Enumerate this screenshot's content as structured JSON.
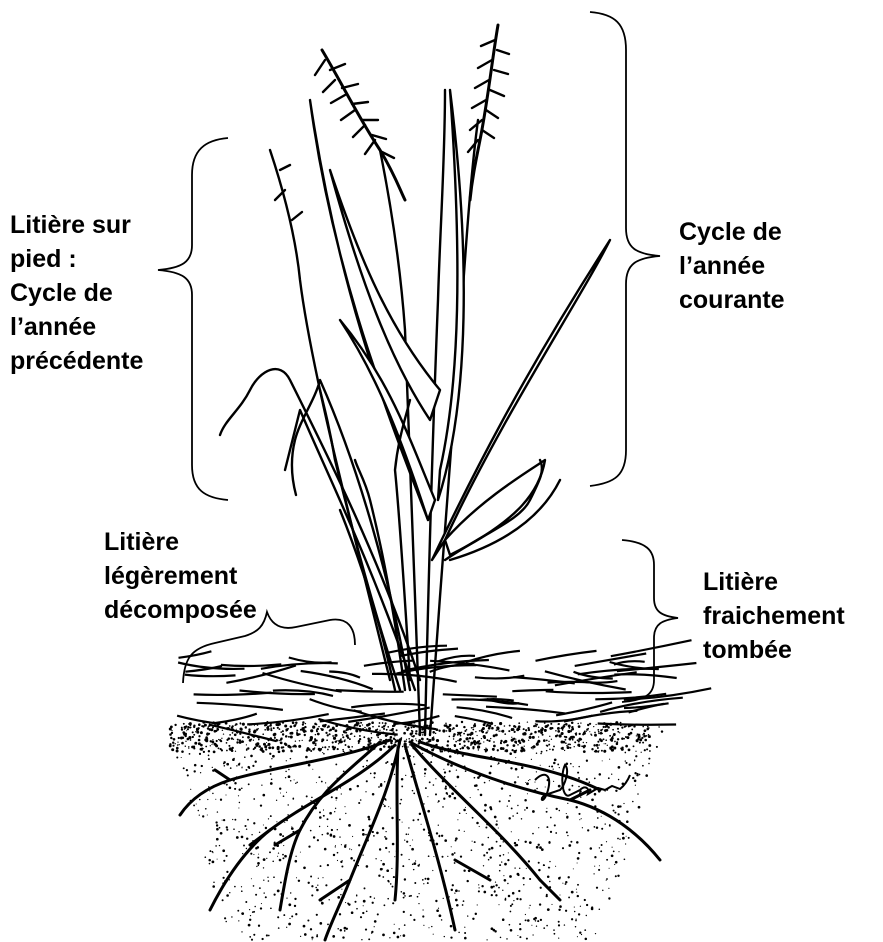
{
  "labels": {
    "standing_litter": [
      "Litière sur",
      "pied :",
      "Cycle de",
      "l’année",
      "précédente"
    ],
    "current_cycle": [
      "Cycle de",
      "l’année",
      "courante"
    ],
    "decomposed_litter": [
      "Litière",
      "légèrement",
      "décomposée"
    ],
    "fresh_litter": [
      "Litière",
      "fraichement",
      "tombée"
    ]
  },
  "signature": "E Saunders",
  "colors": {
    "ink": "#000000",
    "background": "#ffffff"
  }
}
